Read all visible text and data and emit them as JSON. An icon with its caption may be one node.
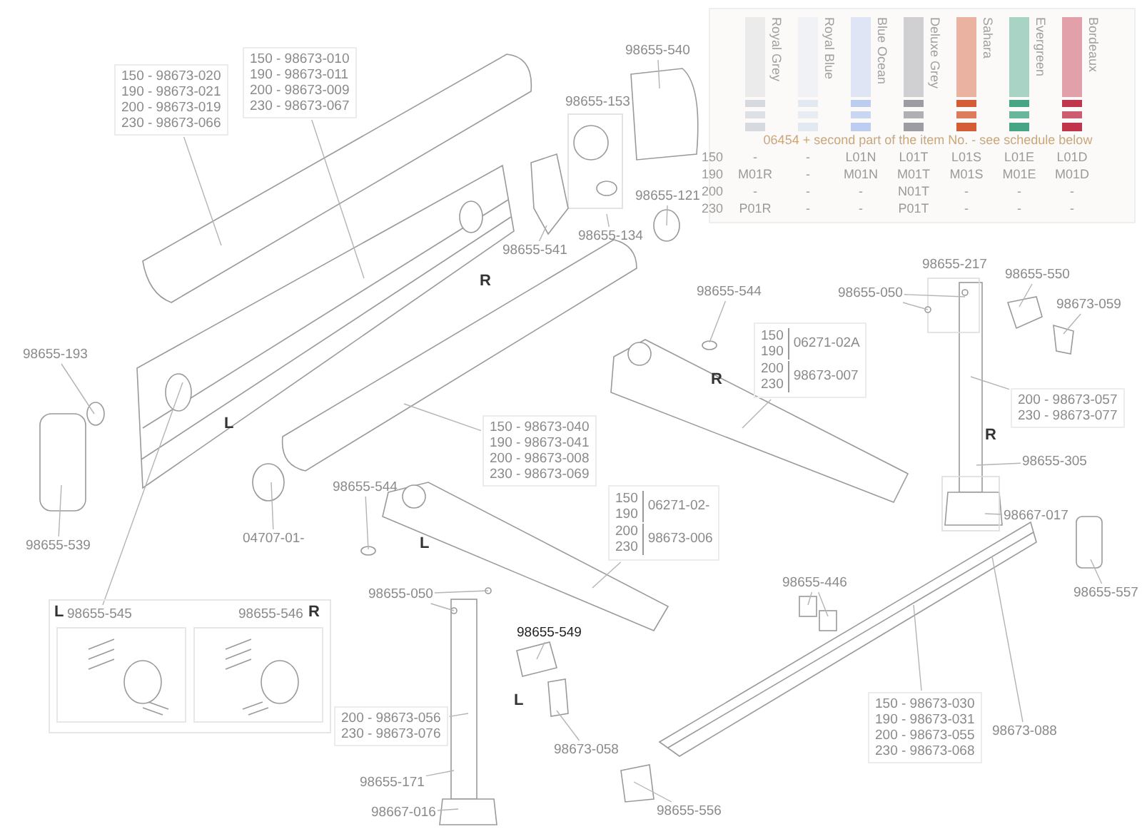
{
  "diagram": {
    "nodes": [
      {
        "text": [
          "150 - 98673-020",
          "190 - 98673-021",
          "200 - 98673-019",
          "230 - 98673-066"
        ]
      },
      {
        "text": [
          "150 - 98673-010",
          "190 - 98673-011",
          "200 - 98673-009",
          "230 - 98673-067"
        ]
      },
      {
        "text": [
          "98655-540"
        ]
      },
      {
        "text": [
          "98655-121"
        ]
      },
      {
        "text": [
          "98655-134"
        ]
      },
      {
        "text": [
          "98655-541"
        ]
      },
      {
        "text": [
          "98655-193"
        ]
      },
      {
        "text": [
          "98655-539"
        ]
      },
      {
        "text": [
          "04707-01-"
        ]
      },
      {
        "text": [
          "150 - 98673-040",
          "190 - 98673-041",
          "200 - 98673-008",
          "230 - 98673-069"
        ]
      },
      {
        "text": [
          "98655-544"
        ]
      },
      {
        "text": [
          "150",
          "190",
          "06271-02A",
          "200",
          "230",
          "98673-007"
        ]
      },
      {
        "text": [
          "98655-050"
        ]
      },
      {
        "text": [
          "98655-550"
        ]
      },
      {
        "text": [
          "98673-059"
        ]
      },
      {
        "text": [
          "200 - 98673-057",
          "230 - 98673-077"
        ]
      },
      {
        "text": [
          "98655-305"
        ]
      },
      {
        "text": [
          "98667-017"
        ]
      },
      {
        "text": [
          "98655-557"
        ]
      },
      {
        "text": [
          "98655-544"
        ]
      },
      {
        "text": [
          "150",
          "190",
          "06271-02-",
          "200",
          "230",
          "98673-006"
        ]
      },
      {
        "text": [
          "98655-446"
        ]
      },
      {
        "text": [
          "98655-050"
        ]
      },
      {
        "text": [
          "98655-549"
        ]
      },
      {
        "text": [],
        "shape": "box"
      },
      {
        "text": [
          "98655-545"
        ],
        "in": 24
      },
      {
        "text": [
          "98655-546"
        ],
        "in": 24
      },
      {
        "text": [
          "200 - 98673-056",
          "230 - 98673-076"
        ]
      },
      {
        "text": [
          "98655-171"
        ]
      },
      {
        "text": [
          "98667-016"
        ]
      },
      {
        "text": [
          "98673-058"
        ]
      },
      {
        "text": [
          "150 - 98673-030",
          "190 - 98673-031",
          "200 - 98673-055",
          "230 - 98673-068"
        ]
      },
      {
        "text": [
          "98673-088"
        ]
      },
      {
        "text": [
          "98655-556"
        ]
      }
    ],
    "edges": [
      {
        "from": 0,
        "to": null,
        "arrow": "none"
      },
      {
        "from": 1,
        "to": null,
        "arrow": "none"
      },
      {
        "from": 2,
        "to": null,
        "arrow": "none"
      },
      {
        "from": 3,
        "to": null,
        "arrow": "none"
      },
      {
        "from": 4,
        "to": null,
        "arrow": "none"
      },
      {
        "from": 5,
        "to": null,
        "arrow": "none"
      },
      {
        "from": 6,
        "to": null,
        "arrow": "none"
      },
      {
        "from": 7,
        "to": null,
        "arrow": "none"
      },
      {
        "from": 8,
        "to": null,
        "arrow": "none"
      },
      {
        "from": 9,
        "to": null,
        "arrow": "none"
      },
      {
        "from": 10,
        "to": null,
        "arrow": "none"
      },
      {
        "from": 11,
        "to": null,
        "arrow": "none"
      },
      {
        "from": 12,
        "to": null,
        "arrow": "none"
      },
      {
        "from": 12,
        "to": null,
        "arrow": "none"
      },
      {
        "from": 13,
        "to": null,
        "arrow": "none"
      },
      {
        "from": 14,
        "to": null,
        "arrow": "none"
      },
      {
        "from": 15,
        "to": null,
        "arrow": "none"
      },
      {
        "from": 16,
        "to": null,
        "arrow": "none"
      },
      {
        "from": 17,
        "to": null,
        "arrow": "none"
      },
      {
        "from": 18,
        "to": null,
        "arrow": "none"
      },
      {
        "from": 19,
        "to": null,
        "arrow": "none"
      },
      {
        "from": 20,
        "to": null,
        "arrow": "none"
      },
      {
        "from": 21,
        "to": null,
        "arrow": "none"
      },
      {
        "from": 21,
        "to": null,
        "arrow": "none"
      },
      {
        "from": 22,
        "to": null,
        "arrow": "none"
      },
      {
        "from": 22,
        "to": null,
        "arrow": "none"
      },
      {
        "from": 23,
        "to": null,
        "arrow": "none"
      },
      {
        "from": 25,
        "to": null,
        "arrow": "none"
      },
      {
        "from": 27,
        "to": null,
        "arrow": "none"
      },
      {
        "from": 28,
        "to": null,
        "arrow": "none"
      },
      {
        "from": 29,
        "to": null,
        "arrow": "none"
      },
      {
        "from": 30,
        "to": null,
        "arrow": "none"
      },
      {
        "from": 31,
        "to": null,
        "arrow": "none"
      },
      {
        "from": 32,
        "to": null,
        "arrow": "none"
      },
      {
        "from": 33,
        "to": null,
        "arrow": "none"
      }
    ],
    "labels": [
      "06454 + second part of the item No. - see schedule below",
      "150",
      "-",
      "-",
      "L01N",
      "L01T",
      "L01S",
      "L01E",
      "L01D",
      "190",
      "M01R",
      "-",
      "M01N",
      "M01T",
      "M01S",
      "M01E",
      "M01D",
      "200",
      "-",
      "-",
      "-",
      "N01T",
      "-",
      "-",
      "-",
      "230",
      "P01R",
      "-",
      "-",
      "P01T",
      "-",
      "-",
      "-",
      "98655-153",
      "98655-217",
      "R",
      "L",
      "R",
      "R",
      "L",
      "L",
      "L",
      "R"
    ],
    "legend": [
      {
        "text": "Royal Grey",
        "color": "#d6d9de"
      },
      {
        "text": "Royal Blue",
        "color": "#e3e9f1"
      },
      {
        "text": "Blue Ocean",
        "color": "#bccdf0"
      },
      {
        "text": "Deluxe Grey",
        "color": "#9c9ca2"
      },
      {
        "text": "Sahara",
        "color": "#d45c36"
      },
      {
        "text": "Evergreen",
        "color": "#45a585"
      },
      {
        "text": "Bordeaux",
        "color": "#c0344c"
      }
    ]
  }
}
